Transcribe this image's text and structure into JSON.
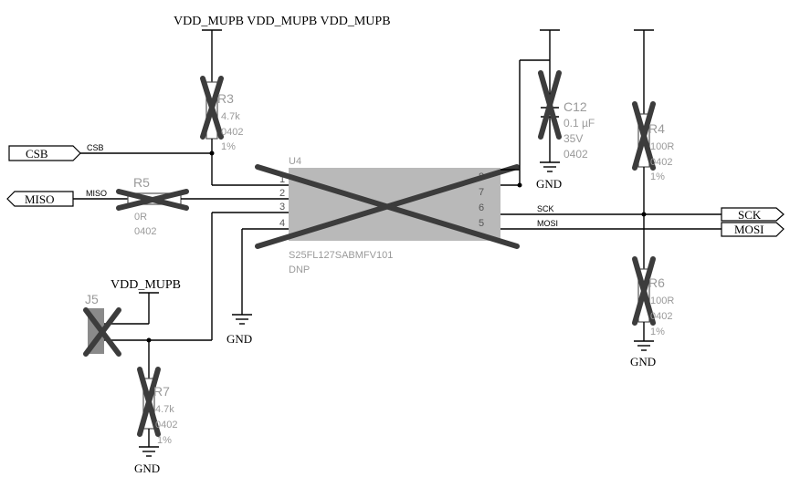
{
  "power": {
    "top_label": "VDD_MUPB VDD_MUPB VDD_MUPB",
    "j5_label": "VDD_MUPB"
  },
  "gnd": {
    "c12": "GND",
    "u4": "GND",
    "r6": "GND",
    "r7": "GND"
  },
  "ports": {
    "csb": "CSB",
    "miso": "MISO",
    "sck": "SCK",
    "mosi": "MOSI"
  },
  "nets": {
    "csb": "CSB",
    "miso": "MISO",
    "sck": "SCK",
    "mosi": "MOSI"
  },
  "r3": {
    "ref": "R3",
    "value": "4.7k",
    "package": "0402",
    "tolerance": "1%"
  },
  "r4": {
    "ref": "R4",
    "value": "100R",
    "package": "0402",
    "tolerance": "1%"
  },
  "r5": {
    "ref": "R5",
    "value": "0R",
    "package": "0402"
  },
  "r6": {
    "ref": "R6",
    "value": "100R",
    "package": "0402",
    "tolerance": "1%"
  },
  "r7": {
    "ref": "R7",
    "value": "4.7k",
    "package": "0402",
    "tolerance": "1%"
  },
  "c12": {
    "ref": "C12",
    "value": "0.1 µF",
    "voltage": "35V",
    "package": "0402"
  },
  "u4": {
    "ref": "U4",
    "part": "S25FL127SABMFV101",
    "note": "DNP",
    "pins_left": [
      "1",
      "2",
      "3",
      "4"
    ],
    "pins_right": [
      "8",
      "7",
      "6",
      "5"
    ]
  },
  "j5": {
    "ref": "J5"
  }
}
